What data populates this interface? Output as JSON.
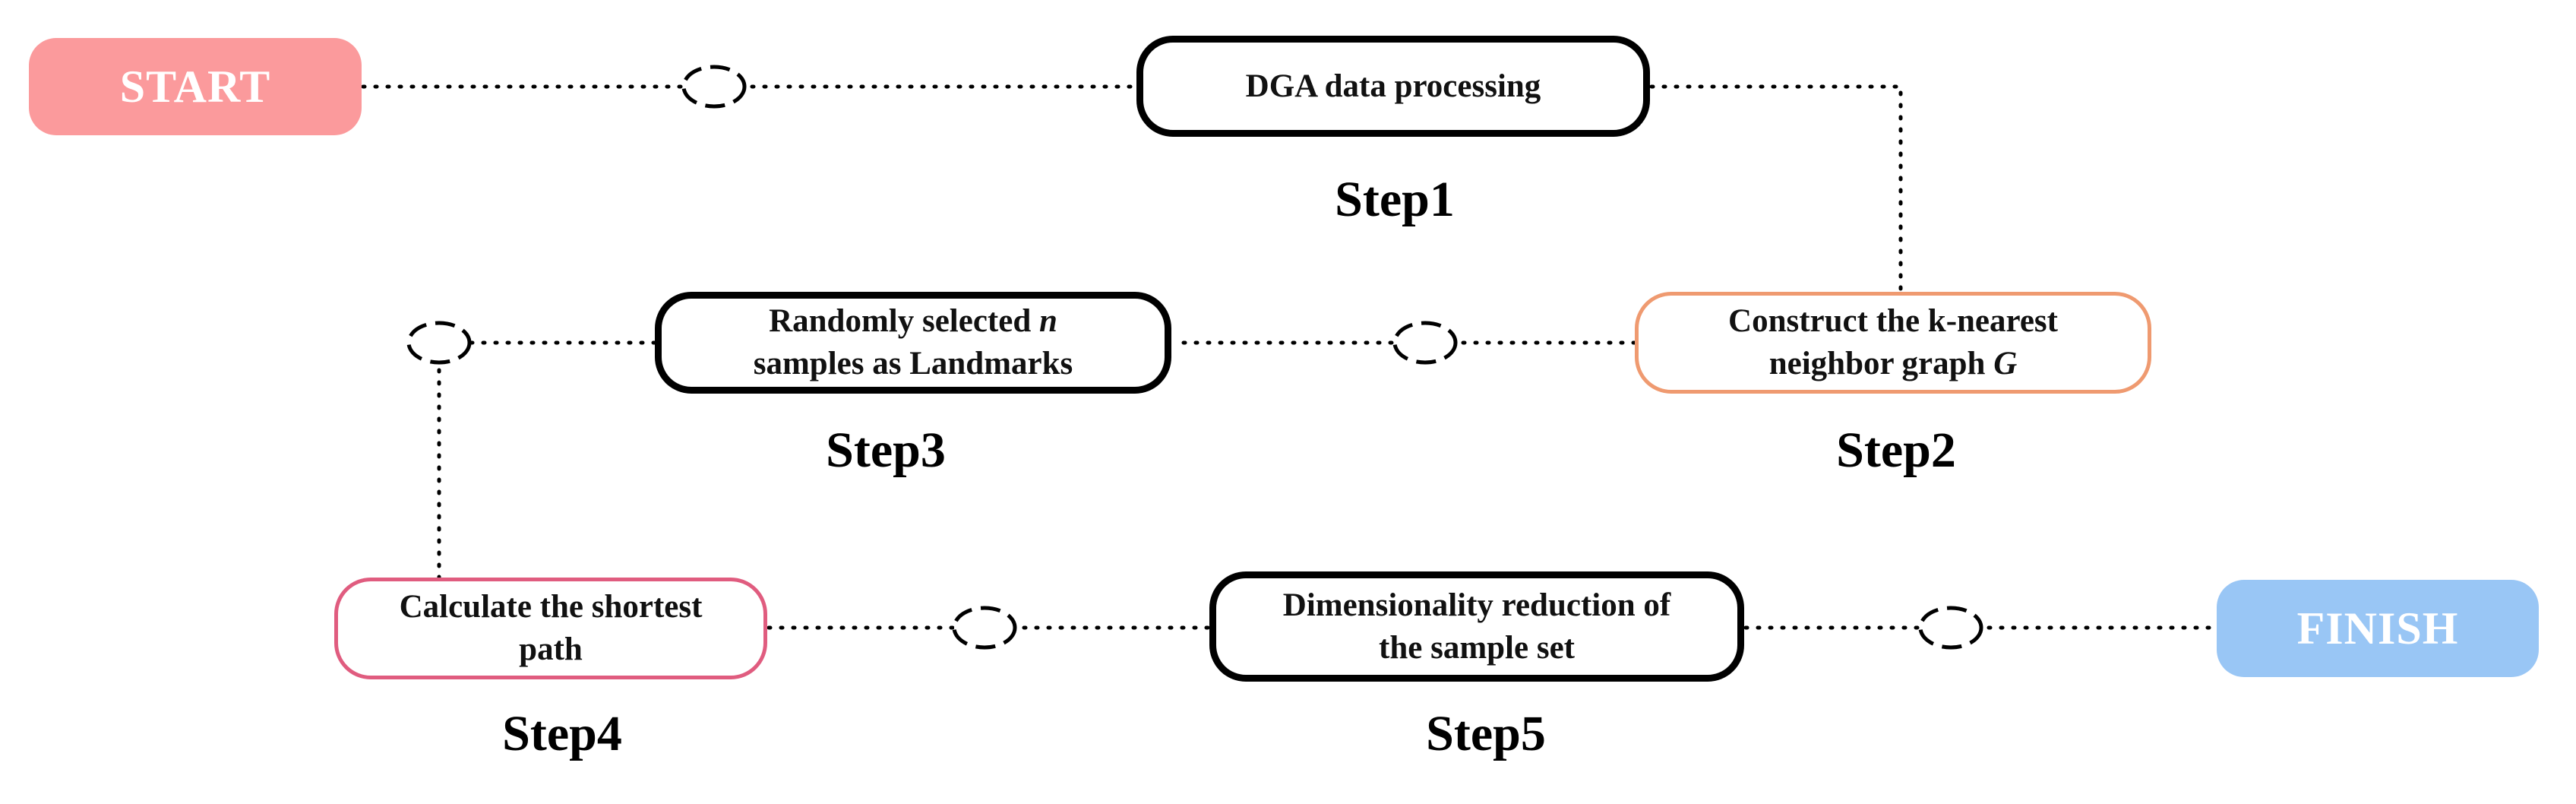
{
  "terminals": {
    "start": "START",
    "finish": "FINISH"
  },
  "steps": [
    {
      "id": "step1",
      "label": "Step1",
      "text_lines": [
        "DGA data processing"
      ]
    },
    {
      "id": "step2",
      "label": "Step2",
      "text_lines": [
        "Construct the k-nearest",
        "neighbor graph ",
        "G"
      ]
    },
    {
      "id": "step3",
      "label": "Step3",
      "text_lines": [
        "Randomly selected ",
        "n",
        "samples as Landmarks"
      ]
    },
    {
      "id": "step4",
      "label": "Step4",
      "text_lines": [
        "Calculate the shortest",
        "path"
      ]
    },
    {
      "id": "step5",
      "label": "Step5",
      "text_lines": [
        "Dimensionality reduction of",
        "the sample set"
      ]
    }
  ],
  "colors": {
    "start_fill": "#fb9a9c",
    "finish_fill": "#99c6f5",
    "step2_border": "#ef9a70",
    "step4_border": "#e05c7f",
    "default_border": "#000000",
    "connector": "#000000"
  }
}
